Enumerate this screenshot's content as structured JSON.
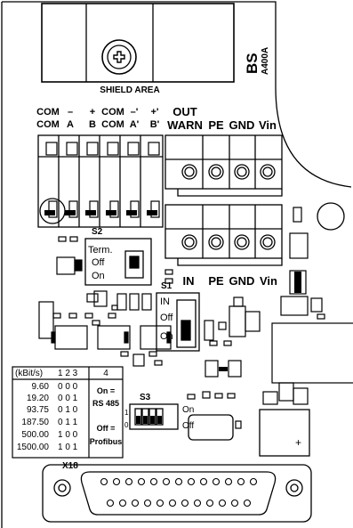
{
  "board": {
    "title": "BS",
    "model": "A400A"
  },
  "shield_area": {
    "label": "SHIELD AREA"
  },
  "bus_terminal": {
    "pins": [
      {
        "top": "COM",
        "bottom": "COM"
      },
      {
        "top": "–",
        "bottom": "A"
      },
      {
        "top": "+",
        "bottom": "B"
      },
      {
        "top": "COM",
        "bottom": "COM"
      },
      {
        "top": "–'",
        "bottom": "A'"
      },
      {
        "top": "+'",
        "bottom": "B'"
      }
    ]
  },
  "out_terminal": {
    "labels": [
      {
        "line1": "OUT",
        "line2": "WARN"
      },
      {
        "line1": "",
        "line2": "PE"
      },
      {
        "line1": "",
        "line2": "GND"
      },
      {
        "line1": "",
        "line2": "Vin"
      }
    ]
  },
  "in_terminal": {
    "labels": [
      "IN",
      "PE",
      "GND",
      "Vin"
    ]
  },
  "s2": {
    "name": "S2",
    "options": [
      "Term.",
      "Off",
      "On"
    ]
  },
  "s1": {
    "name": "S1",
    "options": [
      "IN",
      "Off",
      "On"
    ]
  },
  "s3": {
    "name": "S3",
    "on_label": "On",
    "off_label": "Off",
    "num_1": "1",
    "num_0": "0"
  },
  "baud_table": {
    "header_rate": "(kBit/s)",
    "header_switch": "1 2 3",
    "header_col4": "4",
    "rows": [
      {
        "rate": "9.60",
        "bits": "0 0 0"
      },
      {
        "rate": "19.20",
        "bits": "0 0 1"
      },
      {
        "rate": "93.75",
        "bits": "0 1 0"
      },
      {
        "rate": "187.50",
        "bits": "0 1 1"
      },
      {
        "rate": "500.00",
        "bits": "1 0 0"
      },
      {
        "rate": "1500.00",
        "bits": "1 0 1"
      }
    ],
    "on_label": "On =",
    "on_value": "RS 485",
    "off_label": "Off =",
    "off_value": "Profibus"
  },
  "connector": {
    "name": "X18"
  },
  "battery": {
    "polarity": "+"
  }
}
